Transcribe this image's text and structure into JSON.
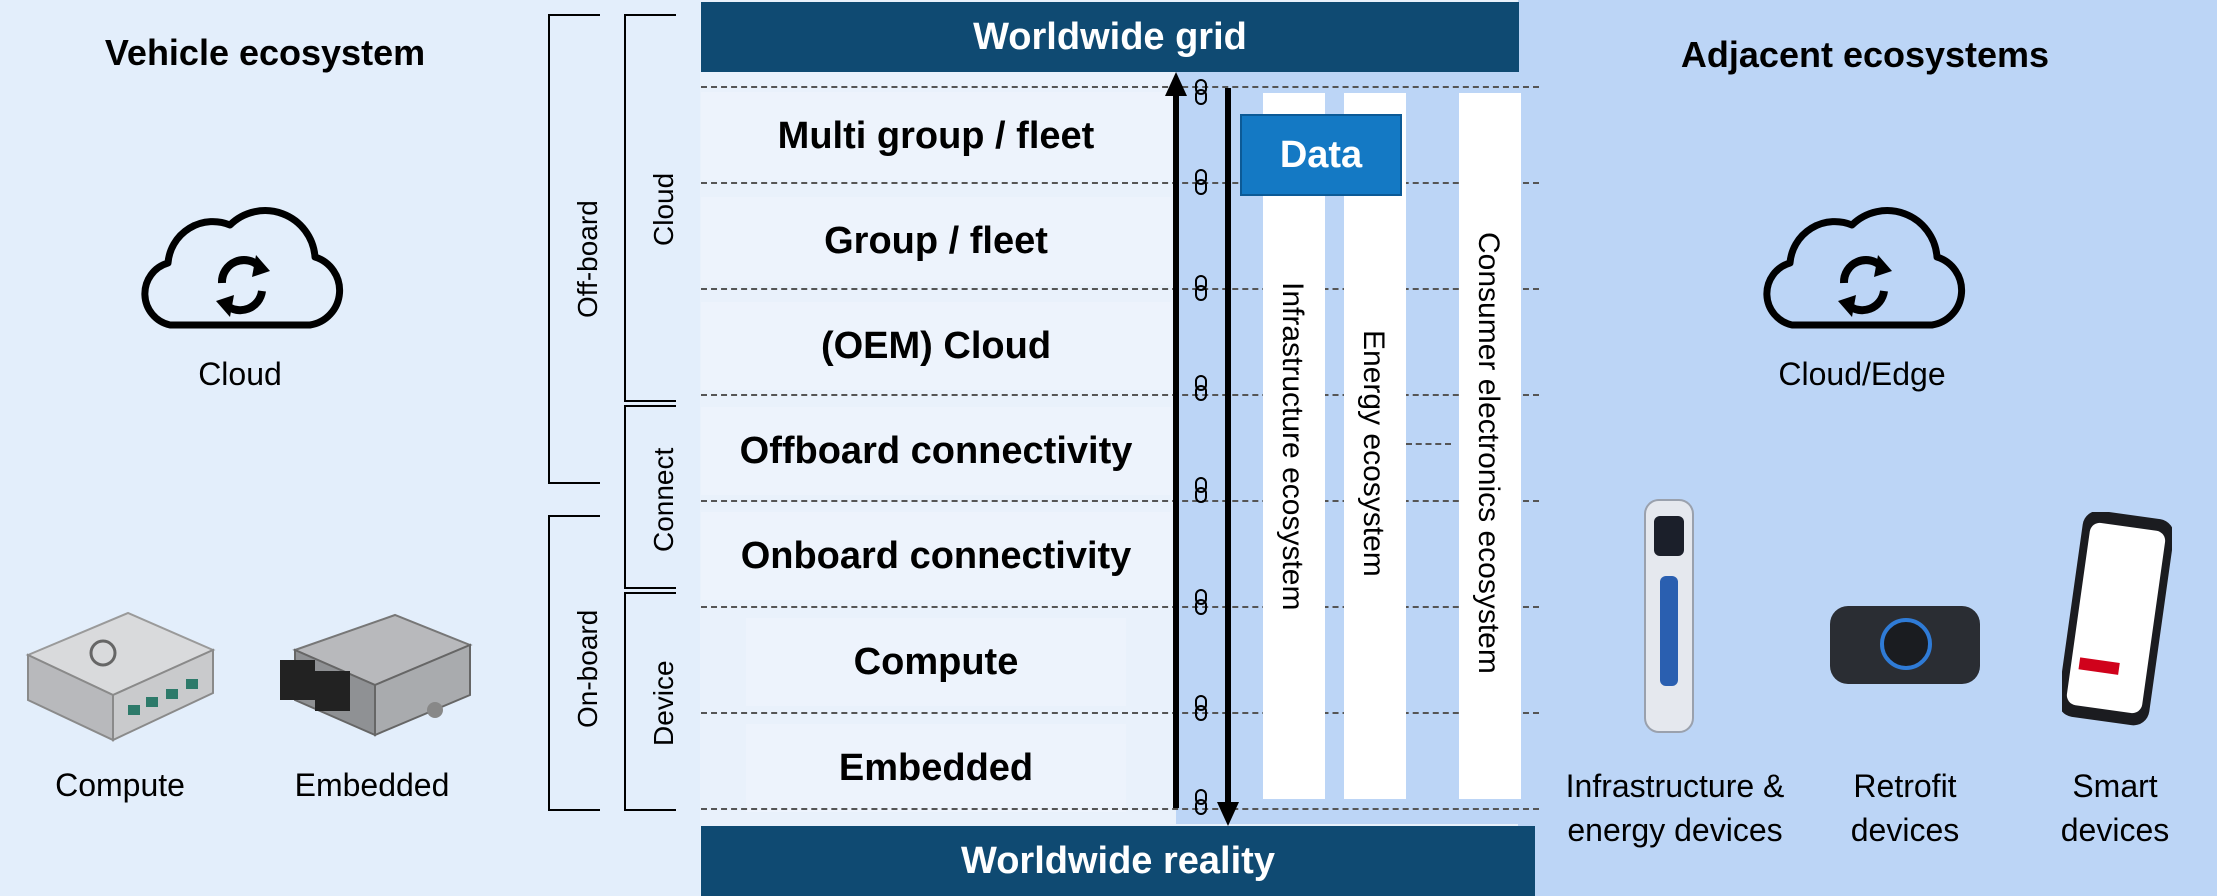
{
  "left": {
    "title": "Vehicle ecosystem",
    "cloud_label": "Cloud",
    "compute_label": "Compute",
    "embedded_label": "Embedded"
  },
  "right": {
    "title": "Adjacent ecosystems",
    "cloud_label": "Cloud/Edge",
    "infra_label_1": "Infrastructure &",
    "infra_label_2": "energy devices",
    "retrofit_label_1": "Retrofit",
    "retrofit_label_2": "devices",
    "smart_label_1": "Smart",
    "smart_label_2": "devices"
  },
  "center": {
    "top_band": "Worldwide grid",
    "bottom_band": "Worldwide reality",
    "rows": [
      "Multi group / fleet",
      "Group / fleet",
      "(OEM) Cloud",
      "Offboard connectivity",
      "Onboard connectivity",
      "Compute",
      "Embedded"
    ],
    "data_box": "Data",
    "eco_columns": [
      "Infrastructure ecosystem",
      "Energy ecosystem",
      "Consumer electronics ecosystem"
    ]
  },
  "brackets": {
    "off_board": "Off-board",
    "on_board": "On-board",
    "cloud": "Cloud",
    "connect": "Connect",
    "device": "Device"
  },
  "colors": {
    "band": "#0f4a72",
    "data_box": "#1479c4",
    "right_panel": "#bcd5f6"
  }
}
